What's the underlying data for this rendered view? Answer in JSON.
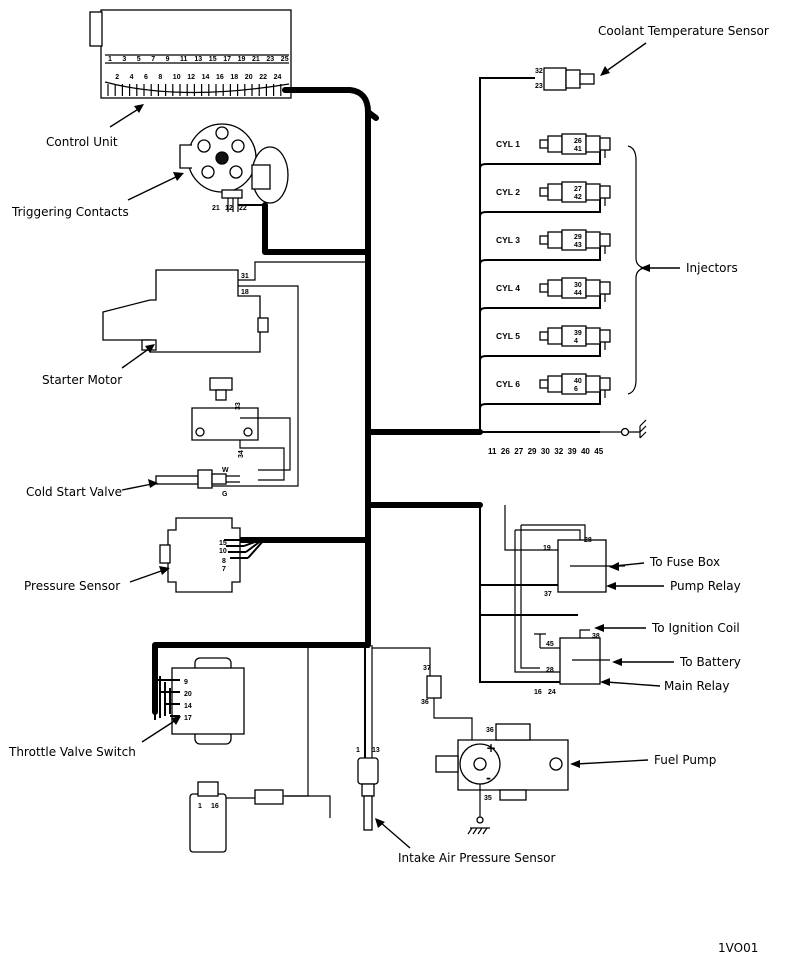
{
  "figure_code": "1VO01",
  "labels": {
    "control_unit": "Control Unit",
    "triggering_contacts": "Triggering Contacts",
    "starter_motor": "Starter Motor",
    "cold_start_valve": "Cold Start Valve",
    "pressure_sensor": "Pressure Sensor",
    "throttle_valve_switch": "Throttle Valve Switch",
    "intake_air_pressure_sensor": "Intake Air Pressure Sensor",
    "coolant_temperature_sensor": "Coolant Temperature Sensor",
    "injectors": "Injectors",
    "to_fuse_box": "To Fuse Box",
    "pump_relay": "Pump Relay",
    "to_ignition_coil": "To Ignition Coil",
    "to_battery": "To Battery",
    "main_relay": "Main Relay",
    "fuel_pump": "Fuel Pump"
  },
  "cylinders": [
    {
      "label": "CYL 1",
      "pins": [
        "26",
        "41"
      ]
    },
    {
      "label": "CYL 2",
      "pins": [
        "27",
        "42"
      ]
    },
    {
      "label": "CYL 3",
      "pins": [
        "29",
        "43"
      ]
    },
    {
      "label": "CYL 4",
      "pins": [
        "30",
        "44"
      ]
    },
    {
      "label": "CYL 5",
      "pins": [
        "39",
        "4"
      ]
    },
    {
      "label": "CYL 6",
      "pins": [
        "40",
        "6"
      ]
    }
  ],
  "pins": {
    "coolant_top": "32",
    "coolant_bottom": "23",
    "trig_a": "21",
    "trig_b": "12",
    "trig_c": "22",
    "starter_a": "31",
    "starter_b": "18",
    "csv_a": "33",
    "csv_b": "34",
    "csv_w": "W",
    "csv_g": "G",
    "ps_1": "15",
    "ps_2": "10",
    "ps_3": "8",
    "ps_4": "7",
    "tvs_1": "9",
    "tvs_2": "20",
    "tvs_3": "14",
    "tvs_4": "17",
    "plug_a": "1",
    "plug_b": "16",
    "iaps_a": "1",
    "iaps_b": "13",
    "pr_19": "19",
    "pr_28": "28",
    "pr_37": "37",
    "mr_38": "38",
    "mr_45": "45",
    "mr_28": "28",
    "mr_16": "16",
    "mr_24": "24",
    "fp_37": "37",
    "fp_36a": "36",
    "fp_36b": "36",
    "fp_35": "35",
    "fp_plus": "+",
    "fp_minus": "-"
  },
  "ground_pin_row": "11  26  27  29  30  32  39  40  45",
  "control_unit_pins": [
    "1",
    "2",
    "3",
    "4",
    "5",
    "6",
    "7",
    "8",
    "9",
    "10",
    "11",
    "12",
    "13",
    "14",
    "15",
    "16",
    "17",
    "18",
    "19",
    "20",
    "21",
    "22",
    "23",
    "24",
    "25"
  ]
}
